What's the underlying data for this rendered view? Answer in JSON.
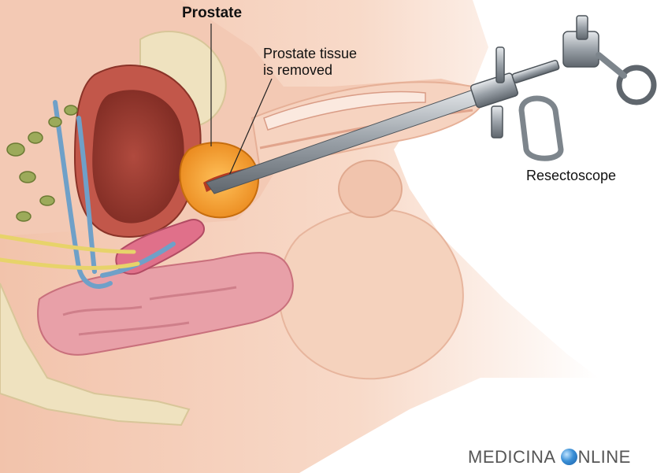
{
  "labels": {
    "prostate": "Prostate",
    "tissue_line1": "Prostate tissue",
    "tissue_line2": "is removed",
    "resectoscope": "Resectoscope"
  },
  "watermark": {
    "part1": "MEDICINA",
    "part2": "NLINE"
  },
  "colors": {
    "skin": "#f7dccb",
    "skin_shadow": "#e9b69d",
    "bladder_wall": "#c2574a",
    "bladder_inner": "#9d3b31",
    "prostate": "#f59a22",
    "rectum": "#e8a0a8",
    "seminal_vesicles": "#e0708a",
    "vessels_blue": "#6fa0c8",
    "nerves_yellow": "#e7d36a",
    "bone": "#efe2bf",
    "instrument_steel": "#a7adb4"
  }
}
